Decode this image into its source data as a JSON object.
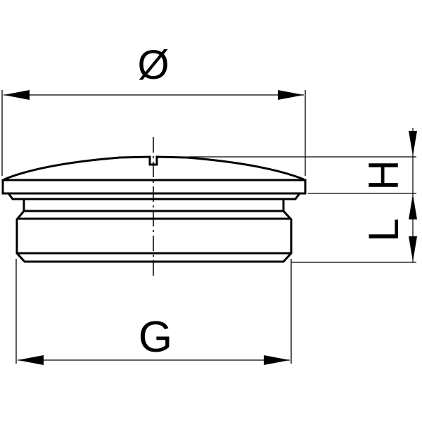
{
  "drawing": {
    "type": "technical-drawing",
    "subject": "domed blanking plug with threaded body (side view)",
    "line_color": "#000000",
    "background_color": "#ffffff"
  },
  "dimensions": {
    "diameter": {
      "label": "Ø",
      "description": "outer cap diameter"
    },
    "height_cap": {
      "label": "H",
      "description": "cap head height"
    },
    "length_thread": {
      "label": "L",
      "description": "thread length"
    },
    "thread": {
      "label": "G",
      "description": "thread size"
    }
  }
}
